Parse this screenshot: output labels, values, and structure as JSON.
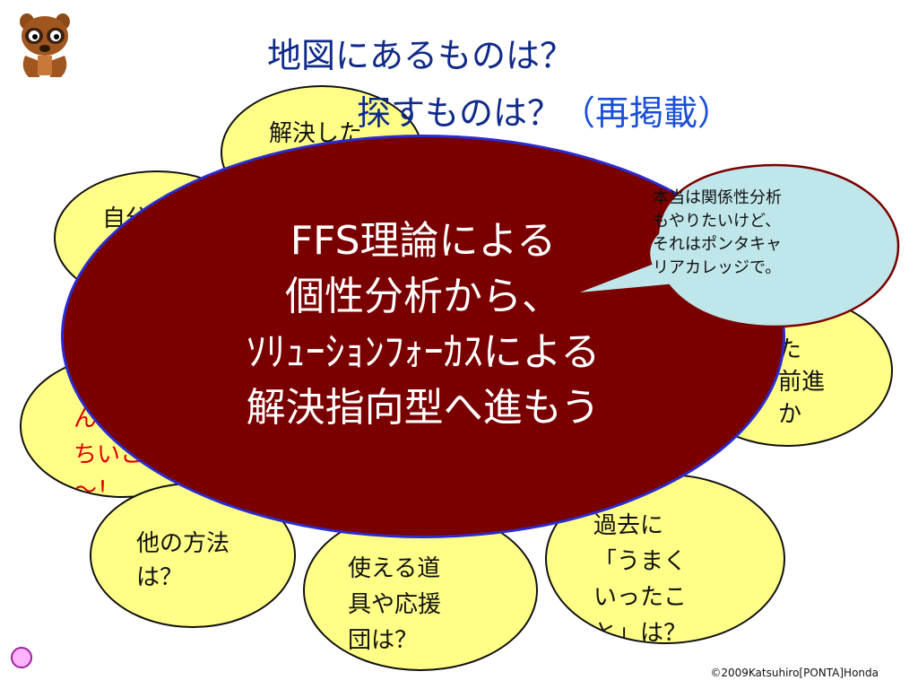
{
  "title": {
    "line1": "地図にあるものは？",
    "line2_partial": "探すものは？",
    "paren": "（再掲載）"
  },
  "bubbles": {
    "top": {
      "line1": "解決した"
    },
    "left_top": {
      "line1": "自分"
    },
    "left_mid": {
      "line1": "ん",
      "line2": "ちいこ",
      "line3": "～！"
    },
    "bottom_left": {
      "line1": "他の方法",
      "line2": "は？"
    },
    "bottom_mid": {
      "line1": "使える道",
      "line2": "具や応援",
      "line3": "団は？"
    },
    "right_mid": {
      "line1": "た",
      "line2": "前進",
      "line3": "か",
      "line4": "？"
    },
    "bottom_right": {
      "line1": "過去に",
      "line2": "「うまく",
      "line3": "いったこ",
      "line4": "と」は？"
    }
  },
  "main": {
    "line1": "FFS理論による",
    "line2": "個性分析から、",
    "line3": "ｿﾘｭｰｼｮﾝﾌｫｰｶｽによる",
    "line4": "解決指向型へ進もう"
  },
  "callout": {
    "line1": "本当は関係性分析",
    "line2": "もやりたいけど、",
    "line3": "それはポンタキャ",
    "line4": "リアカレッジで。"
  },
  "copyright": "©2009Katsuhiro[PONTA]Honda",
  "icons": {
    "mascot": "raccoon-dog-icon",
    "dot": "pink-dot-icon"
  },
  "colors": {
    "title": "#102a8a",
    "paren": "#1a4fd6",
    "main_fill": "#7a0000",
    "main_border": "#2b2bd0",
    "bubble_fill": "#ffff88",
    "callout_fill": "#bfe6ea",
    "callout_border": "#7a0000",
    "accent_red": "#e00000"
  }
}
